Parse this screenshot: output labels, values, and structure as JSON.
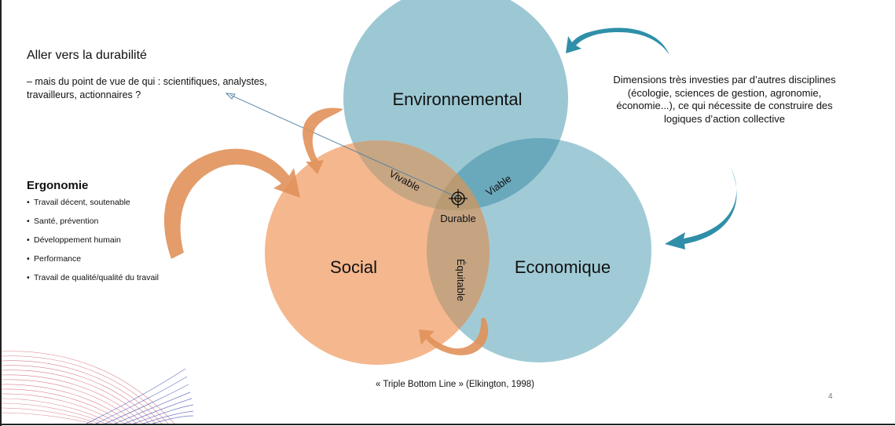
{
  "slide": {
    "heading": "Aller vers la durabilité",
    "question": "– mais du point de vue de qui : scientifiques, analystes, travailleurs, actionnaires ?",
    "ergonomie": {
      "title": "Ergonomie",
      "items": [
        "Travail décent, soutenable",
        "Santé, prévention",
        "Développement humain",
        "Performance",
        "Travail de qualité/qualité du travail"
      ]
    },
    "dimensions_note": "Dimensions très investies par d’autres disciplines (écologie, sciences de gestion, agronomie, économie...), ce qui nécessite de construire des logiques d’action collective",
    "caption": "« Triple Bottom Line » (Elkington, 1998)",
    "page_number": "4"
  },
  "venn": {
    "circles": {
      "environmental": "Environnemental",
      "social": "Social",
      "economic": "Economique"
    },
    "intersections": {
      "env_social": "Vivable",
      "env_econ": "Viable",
      "social_econ": "Équitable",
      "center": "Durable"
    }
  },
  "colors": {
    "environmental": "#9cc8d4",
    "social": "#f5b78e",
    "economic": "#a0cbd6",
    "vivable": "#c7a684",
    "viable": "#6aa9bc",
    "equitable": "#c6a482",
    "durable": "#b89a73",
    "orange_arrow": "#e0915a",
    "blue_arrow": "#2f8fa8"
  }
}
